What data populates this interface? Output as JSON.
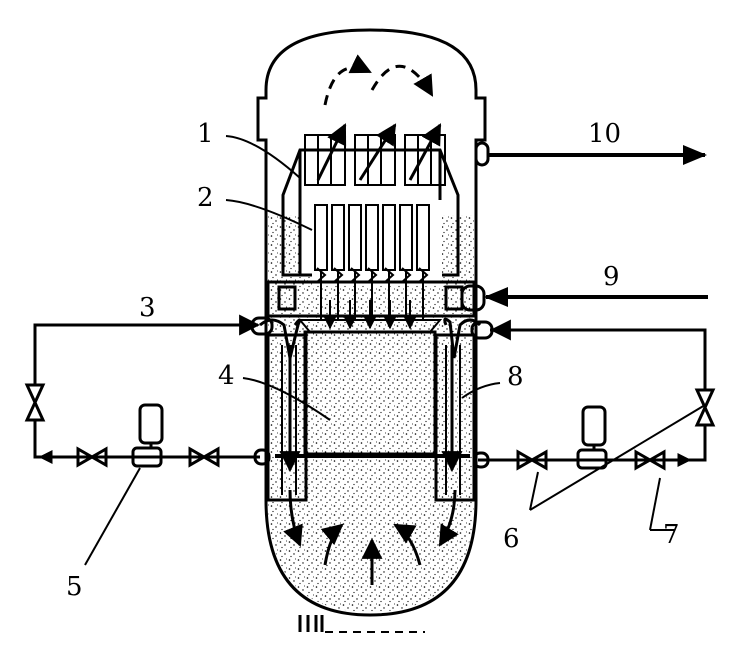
{
  "colors": {
    "line": "#000000",
    "background": "#ffffff",
    "stipple": "#000000"
  },
  "labels": {
    "l1": "1",
    "l2": "2",
    "l3": "3",
    "l4": "4",
    "l5": "5",
    "l6": "6",
    "l7": "7",
    "l8": "8",
    "l9": "9",
    "l10": "10"
  }
}
